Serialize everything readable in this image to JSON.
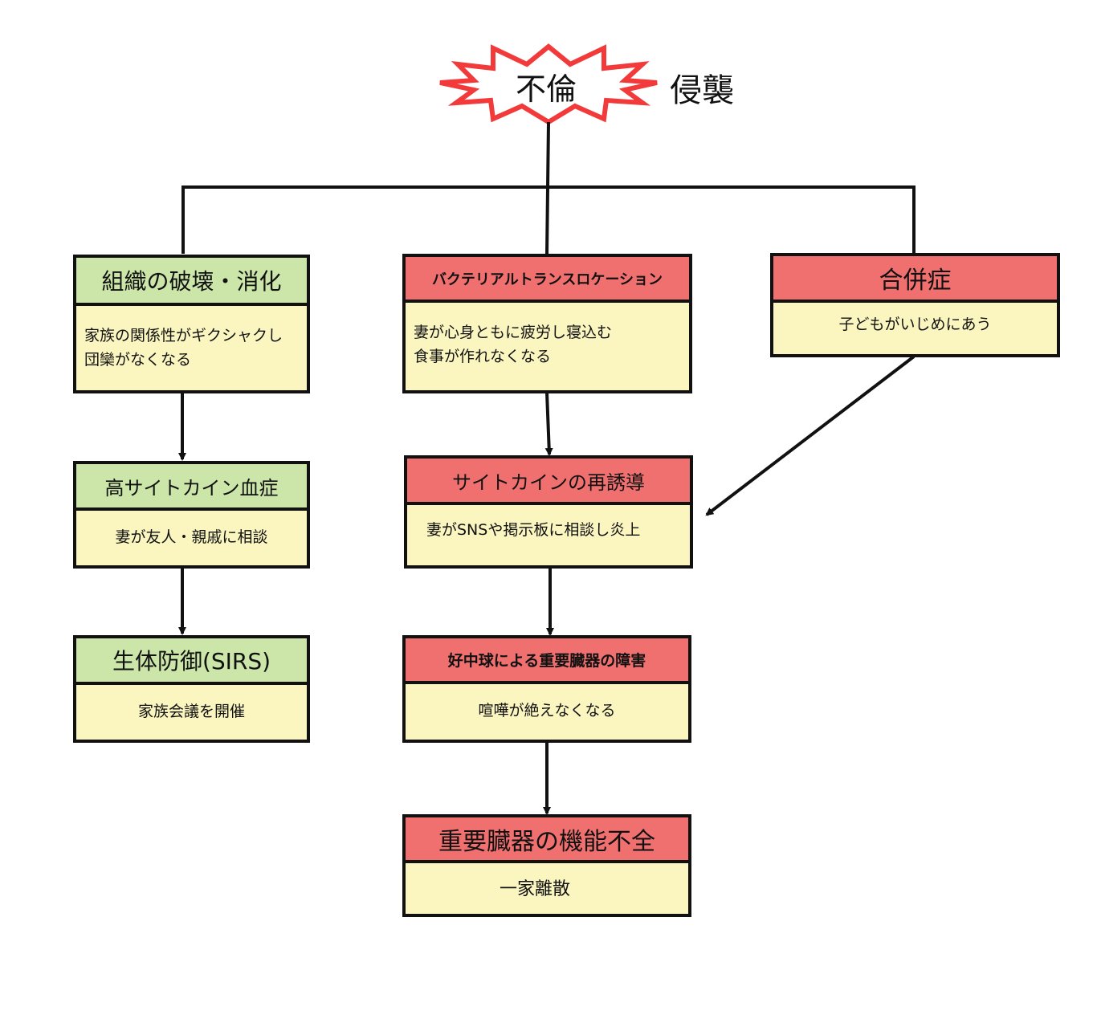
{
  "title": {
    "burst_label": "不倫",
    "side_label": "侵襲"
  },
  "colors": {
    "burst_stroke": "#f23a3a",
    "header_green": "#cbe6a8",
    "header_red": "#f07070",
    "body_yellow": "#fbf6c0",
    "line": "#111111"
  },
  "nodes": {
    "tissue": {
      "header": "組織の破壊・消化",
      "body": [
        "家族の関係性がギクシャクし",
        "団欒がなくなる"
      ],
      "header_color": "green"
    },
    "cytokinemia": {
      "header": "高サイトカイン血症",
      "body": [
        "妻が友人・親戚に相談"
      ],
      "header_color": "green"
    },
    "sirs": {
      "header": "生体防御(SIRS)",
      "body": [
        "家族会議を開催"
      ],
      "header_color": "green"
    },
    "bacterial": {
      "header": "バクテリアルトランスロケーション",
      "body": [
        "妻が心身ともに疲労し寝込む",
        "食事が作れなくなる"
      ],
      "header_color": "red"
    },
    "reinduction": {
      "header": "サイトカインの再誘導",
      "body": [
        "妻がSNSや掲示板に相談し炎上"
      ],
      "header_color": "red"
    },
    "neutrophil": {
      "header": "好中球による重要臓器の障害",
      "body": [
        "喧嘩が絶えなくなる"
      ],
      "header_color": "red"
    },
    "organ_failure": {
      "header": "重要臓器の機能不全",
      "body": [
        "一家離散"
      ],
      "header_color": "red"
    },
    "complication": {
      "header": "合併症",
      "body": [
        "子どもがいじめにあう"
      ],
      "header_color": "red"
    }
  }
}
